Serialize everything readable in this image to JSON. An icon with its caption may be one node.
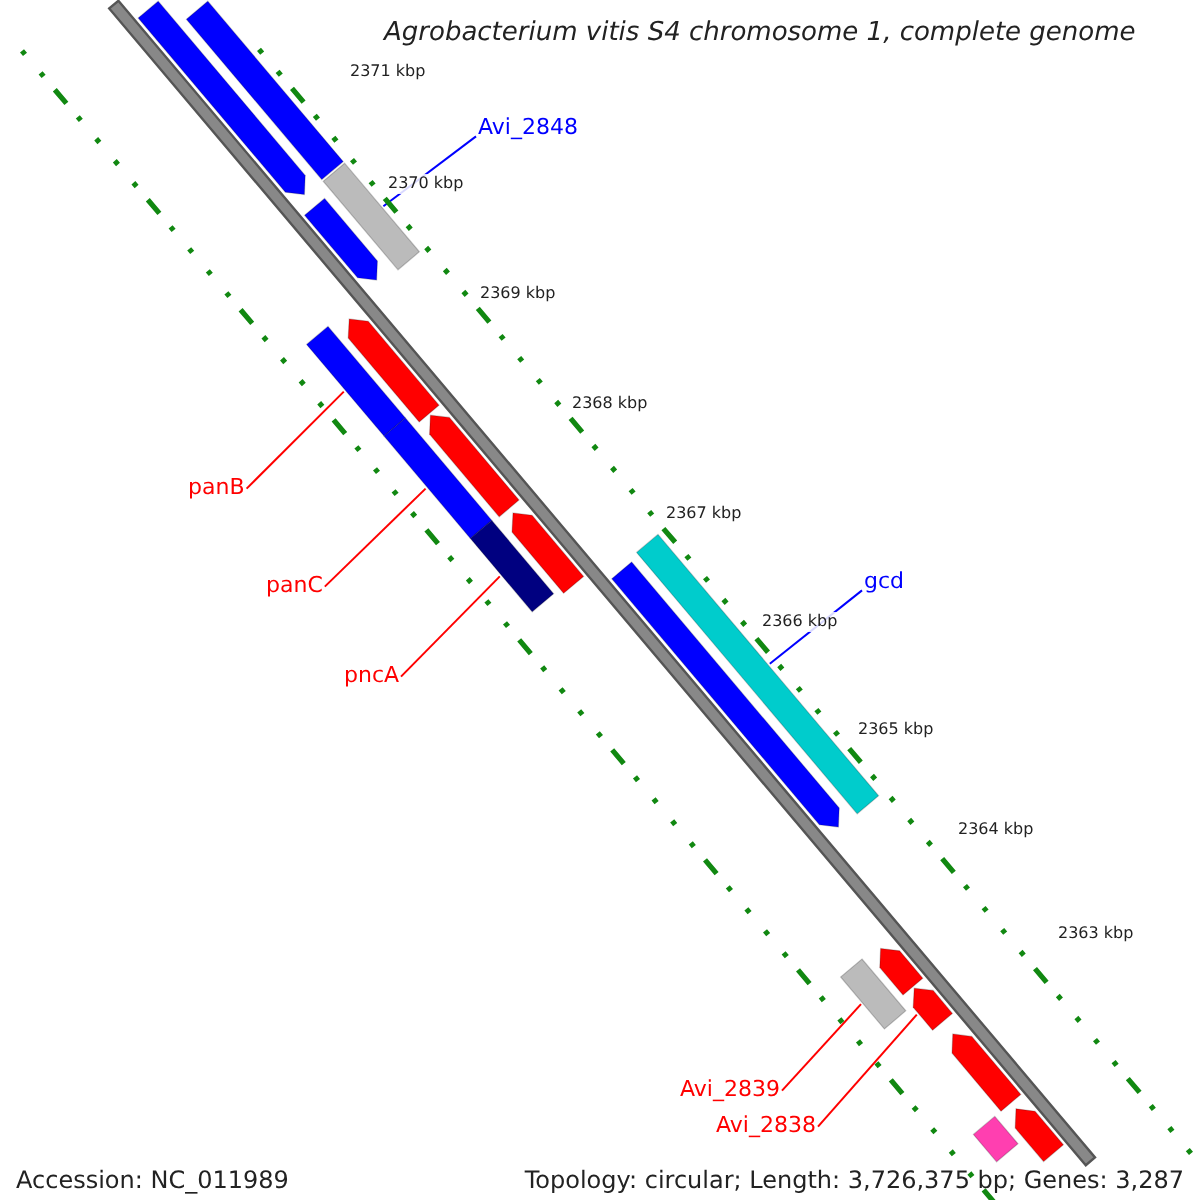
{
  "diagram": {
    "title": "Agrobacterium vitis S4 chromosome 1, complete genome",
    "nodes": [
      {
        "text": [
          "Avi_2848"
        ]
      },
      {
        "text": [],
        "shape": "bar"
      },
      {
        "text": [
          "panB"
        ]
      },
      {
        "text": [],
        "shape": "bar"
      },
      {
        "text": [
          "panC"
        ]
      },
      {
        "text": [],
        "shape": "bar"
      },
      {
        "text": [
          "gcd"
        ]
      },
      {
        "text": [],
        "shape": "bar"
      },
      {
        "text": [
          "pncA"
        ]
      },
      {
        "text": [],
        "shape": "bar"
      },
      {
        "text": [
          "Avi_2839"
        ]
      },
      {
        "text": [],
        "shape": "bar"
      },
      {
        "text": [
          "Avi_2838"
        ]
      },
      {
        "text": [],
        "shape": "arrow"
      },
      {
        "text": [],
        "shape": "arrow"
      },
      {
        "text": [],
        "shape": "bar"
      },
      {
        "text": [],
        "shape": "arrow"
      },
      {
        "text": [],
        "shape": "arrow"
      },
      {
        "text": [],
        "shape": "arrow"
      },
      {
        "text": [],
        "shape": "arrow"
      },
      {
        "text": [],
        "shape": "arrow"
      },
      {
        "text": [],
        "shape": "arrow"
      },
      {
        "text": [],
        "shape": "arrow"
      },
      {
        "text": [],
        "shape": "arrow"
      },
      {
        "text": [],
        "shape": "bar"
      },
      {
        "text": [],
        "shape": "bar"
      }
    ],
    "edges": [
      {
        "from": 0,
        "to": 1,
        "arrow": "none",
        "color": "#0000ff"
      },
      {
        "from": 2,
        "to": 3,
        "arrow": "none"
      },
      {
        "from": 4,
        "to": 5,
        "arrow": "none"
      },
      {
        "from": 6,
        "to": 7,
        "arrow": "none",
        "color": "#0000ff"
      },
      {
        "from": 8,
        "to": 9,
        "arrow": "none"
      },
      {
        "from": 10,
        "to": 11,
        "arrow": "none"
      },
      {
        "from": 12,
        "to": 13,
        "arrow": "none"
      }
    ],
    "labels": [
      "2371 kbp",
      "2370 kbp",
      "2369 kbp",
      "2368 kbp",
      "2367 kbp",
      "2366 kbp",
      "2365 kbp",
      "2364 kbp",
      "2363 kbp",
      "Accession: NC_011989",
      "Topology: circular; Length: 3,726,375 bp; Genes: 3,287"
    ]
  }
}
